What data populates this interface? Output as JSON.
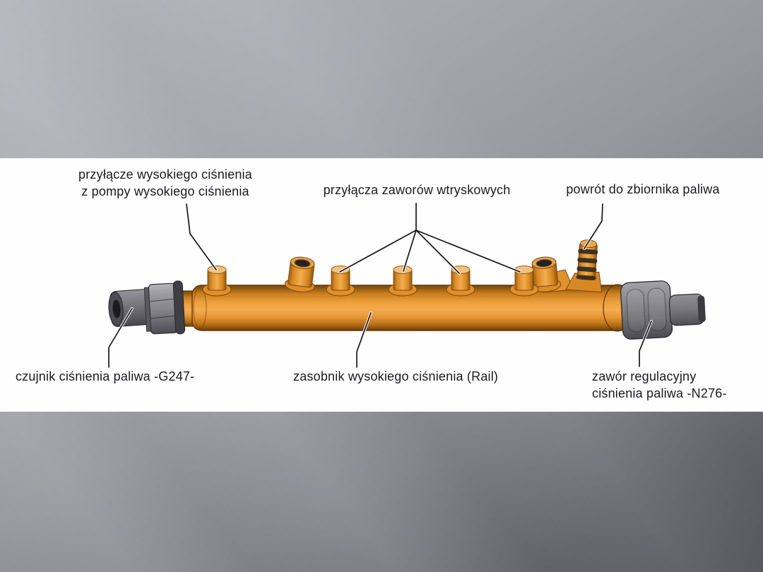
{
  "background": {
    "top_gray": "#a8a8b0",
    "bottom_right_gray": "#56565e",
    "panel": "#fefefe"
  },
  "palette": {
    "rail_orange": "#f2a440",
    "rail_outline": "#5f3608",
    "metal_gray": "#84848a",
    "leader_line": "#17171a",
    "label_text": "#1a1a20"
  },
  "labels": {
    "hp_inlet": {
      "line1": "przyłącze wysokiego ciśnienia",
      "line2": "z pompy wysokiego ciśnienia"
    },
    "injector_ports": {
      "text": "przyłącza zaworów wtryskowych"
    },
    "fuel_return": {
      "text": "powrót do zbiornika paliwa"
    },
    "pressure_sensor": {
      "text": "czujnik ciśnienia paliwa -G247-"
    },
    "rail_body": {
      "text": "zasobnik wysokiego ciśnienia (Rail)"
    },
    "pressure_valve": {
      "line1": "zawór regulacyjny",
      "line2": "ciśnienia paliwa -N276-"
    }
  }
}
